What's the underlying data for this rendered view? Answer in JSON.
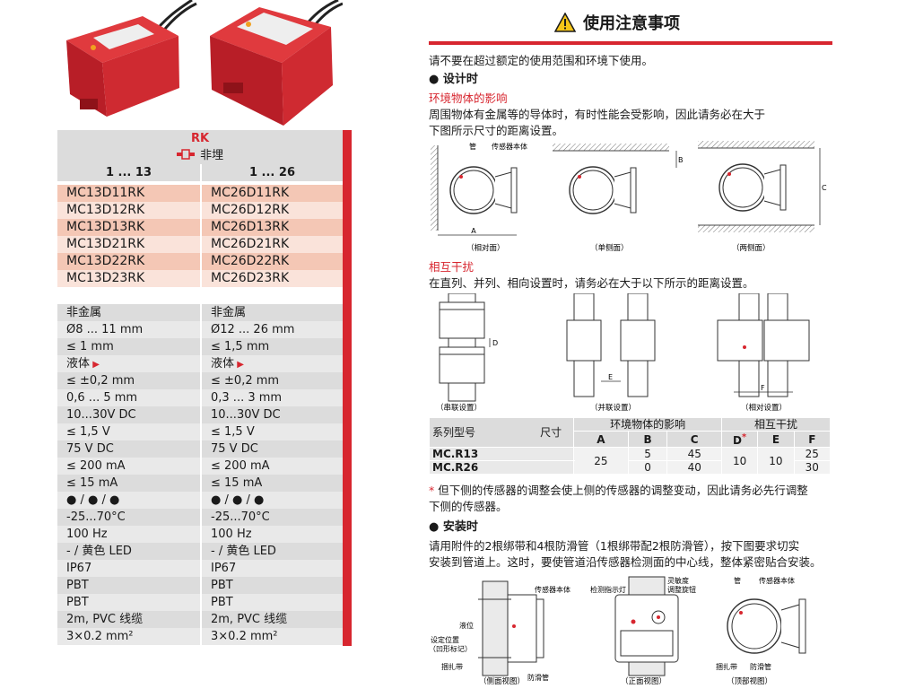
{
  "left": {
    "family": "RK",
    "mounting": "非埋",
    "ranges": [
      "1 ... 13",
      "1 ... 26"
    ],
    "models": [
      [
        "MC13D11RK",
        "MC26D11RK"
      ],
      [
        "MC13D12RK",
        "MC26D12RK"
      ],
      [
        "MC13D13RK",
        "MC26D13RK"
      ],
      [
        "MC13D21RK",
        "MC26D21RK"
      ],
      [
        "MC13D22RK",
        "MC26D22RK"
      ],
      [
        "MC13D23RK",
        "MC26D23RK"
      ]
    ],
    "specs": [
      [
        "非金属",
        "非金属"
      ],
      [
        "Ø8 ... 11 mm",
        "Ø12 ... 26 mm"
      ],
      [
        "≤ 1 mm",
        "≤ 1,5 mm"
      ],
      [
        "液体",
        "液体"
      ],
      [
        "≤ ±0,2 mm",
        "≤ ±0,2 mm"
      ],
      [
        "0,6 ... 5 mm",
        "0,3 ... 3 mm"
      ],
      [
        "10...30V DC",
        "10...30V DC"
      ],
      [
        "≤ 1,5 V",
        "≤ 1,5 V"
      ],
      [
        "75 V DC",
        "75 V DC"
      ],
      [
        "≤ 200 mA",
        "≤ 200 mA"
      ],
      [
        "≤ 15 mA",
        "≤ 15 mA"
      ],
      [
        "● / ● / ●",
        "● / ● / ●"
      ],
      [
        "-25...70°C",
        "-25...70°C"
      ],
      [
        "100 Hz",
        "100 Hz"
      ],
      [
        "- / 黄色 LED",
        "- / 黄色 LED"
      ],
      [
        "IP67",
        "IP67"
      ],
      [
        "PBT",
        "PBT"
      ],
      [
        "PBT",
        "PBT"
      ],
      [
        "2m, PVC 线缆",
        "2m, PVC 线缆"
      ],
      [
        "3×0.2 mm²",
        "3×0.2 mm²"
      ]
    ]
  },
  "right": {
    "title": "使用注意事项",
    "intro": "请不要在超过额定的使用范围和环境下使用。",
    "design_heading": "● 设计时",
    "env_heading": "环境物体的影响",
    "env_text_1": "周围物体有金属等的导体时，有时性能会受影响，因此请务必在大于",
    "env_text_2": "下图所示尺寸的距离设置。",
    "env_labels": {
      "pipe": "管",
      "body": "传感器本体",
      "a": "A",
      "b": "B",
      "c": "C",
      "cap1": "（相对面）",
      "cap2": "（单侧面）",
      "cap3": "（两侧面）"
    },
    "mutual_heading": "相互干扰",
    "mutual_text": "在直列、并列、相向设置时，请务必在大于以下所示的距离设置。",
    "mutual_labels": {
      "d": "D",
      "e": "E",
      "f": "F",
      "cap1": "（串联设置）",
      "cap2": "（并联设置）",
      "cap3": "（相对设置）"
    },
    "table": {
      "series_label": "系列型号",
      "size_label": "尺寸",
      "group_env": "环境物体的影响",
      "group_mutual": "相互干扰",
      "cols": [
        "A",
        "B",
        "C",
        "D",
        "E",
        "F"
      ],
      "d_mark": "*",
      "rows": [
        {
          "model": "MC.R13",
          "A": "25",
          "B": "5",
          "C": "45",
          "D": "10",
          "E": "10",
          "F": "25"
        },
        {
          "model": "MC.R26",
          "A": "25",
          "B": "0",
          "C": "40",
          "D": "10",
          "E": "10",
          "F": "30"
        }
      ]
    },
    "footnote_mark": "*",
    "footnote_1": " 但下侧的传感器的调整会使上侧的传感器的调整变动，因此请务必先行调整",
    "footnote_2": "下侧的传感器。",
    "install_heading": "● 安装时",
    "install_text_1": "请用附件的2根绑带和4根防滑管（1根绑带配2根防滑管），按下图要求切实",
    "install_text_2": "安装到管道上。这时，要使管道沿传感器检测面的中心线，整体紧密贴合安装。",
    "install_labels": {
      "body": "传感器本体",
      "liquid": "液位",
      "setpos_1": "设定位置",
      "setpos_2": "（凹形标记）",
      "strap": "捆扎带",
      "tube": "防滑管",
      "led": "检测指示灯",
      "sens_1": "灵敏度",
      "sens_2": "调整旋钮",
      "pipe": "管",
      "cap1": "（侧面视图）",
      "cap2": "（正面视图）",
      "cap3": "（顶部视图）"
    }
  },
  "colors": {
    "accent": "#d7262f",
    "pink_dark": "#f4c7b5",
    "pink_light": "#fae3da",
    "gray_dark": "#dcdcdc",
    "gray_light": "#e9e9e9"
  }
}
